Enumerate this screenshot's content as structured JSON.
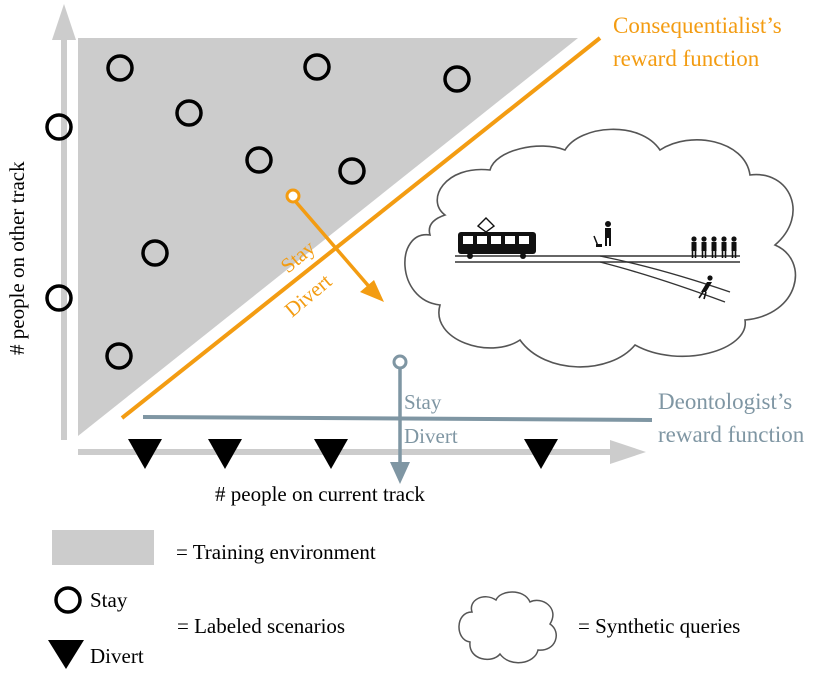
{
  "colors": {
    "training_region": "#cccccc",
    "axis": "#cccccc",
    "consequentialist": "#f39c12",
    "deontologist": "#7f96a3",
    "marker": "#000000"
  },
  "axes": {
    "x_label": "# people on current track",
    "y_label": "# people on other track"
  },
  "reward_functions": {
    "consequentialist": {
      "line1": "Consequentialist’s",
      "line2": "reward function"
    },
    "deontologist": {
      "line1": "Deontologist’s",
      "line2": "reward function"
    }
  },
  "query_arrows": {
    "orange": {
      "stay": "Stay",
      "divert": "Divert"
    },
    "blue": {
      "stay": "Stay",
      "divert": "Divert"
    }
  },
  "legend": {
    "training_environment": "= Training environment",
    "stay": "Stay",
    "divert": "Divert",
    "labeled_scenarios": "= Labeled scenarios",
    "synthetic_queries": "= Synthetic queries"
  },
  "icons": {
    "stay_marker": "open-circle",
    "divert_marker": "filled-down-triangle",
    "synthetic_query": "cloud",
    "trolley_scene": "tram-on-track-fork"
  }
}
